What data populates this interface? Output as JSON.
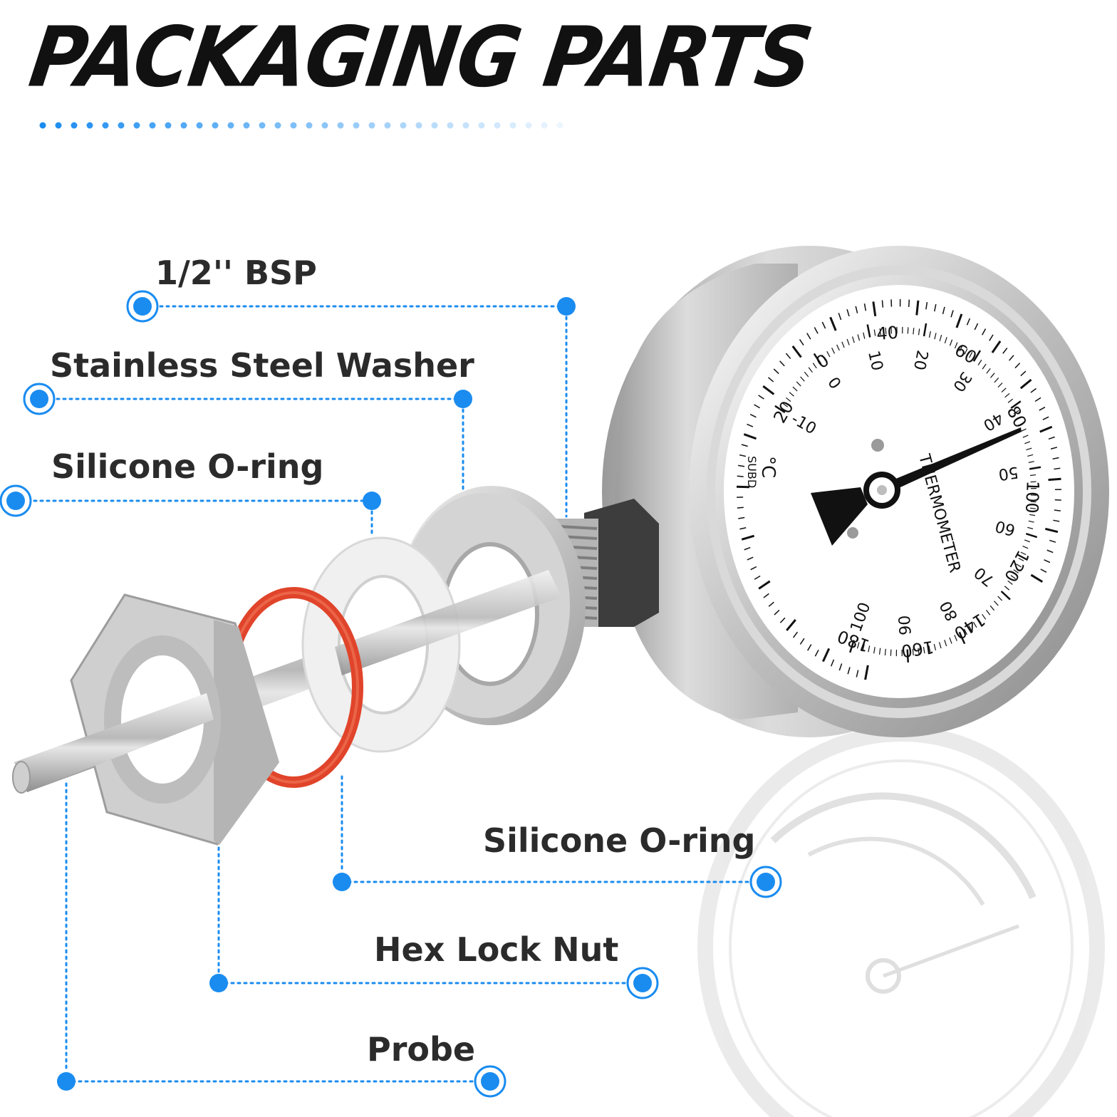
{
  "title": "PACKAGING PARTS",
  "callouts": {
    "bsp": "1/2'' BSP",
    "washer": "Stainless Steel Washer",
    "oring_top": "Silicone O-ring",
    "oring_bottom": "Silicone O-ring",
    "hex_nut": "Hex Lock Nut",
    "probe": "Probe"
  },
  "gauge": {
    "outer_scale": [
      "40",
      "60",
      "80",
      "100",
      "120",
      "140",
      "160",
      "180",
      "20",
      "0"
    ],
    "inner_scale": [
      "-10",
      "0",
      "10",
      "20",
      "30",
      "40",
      "50",
      "60",
      "70",
      "80",
      "90",
      "100"
    ],
    "unit": "°C",
    "brand": "SUBD",
    "dial_text": "THERMOMETER",
    "needle_value_outer": 83
  },
  "colors": {
    "accent": "#1a8cf0",
    "title": "#111111",
    "label": "#2b2b2b",
    "oring": "#e0442a"
  }
}
